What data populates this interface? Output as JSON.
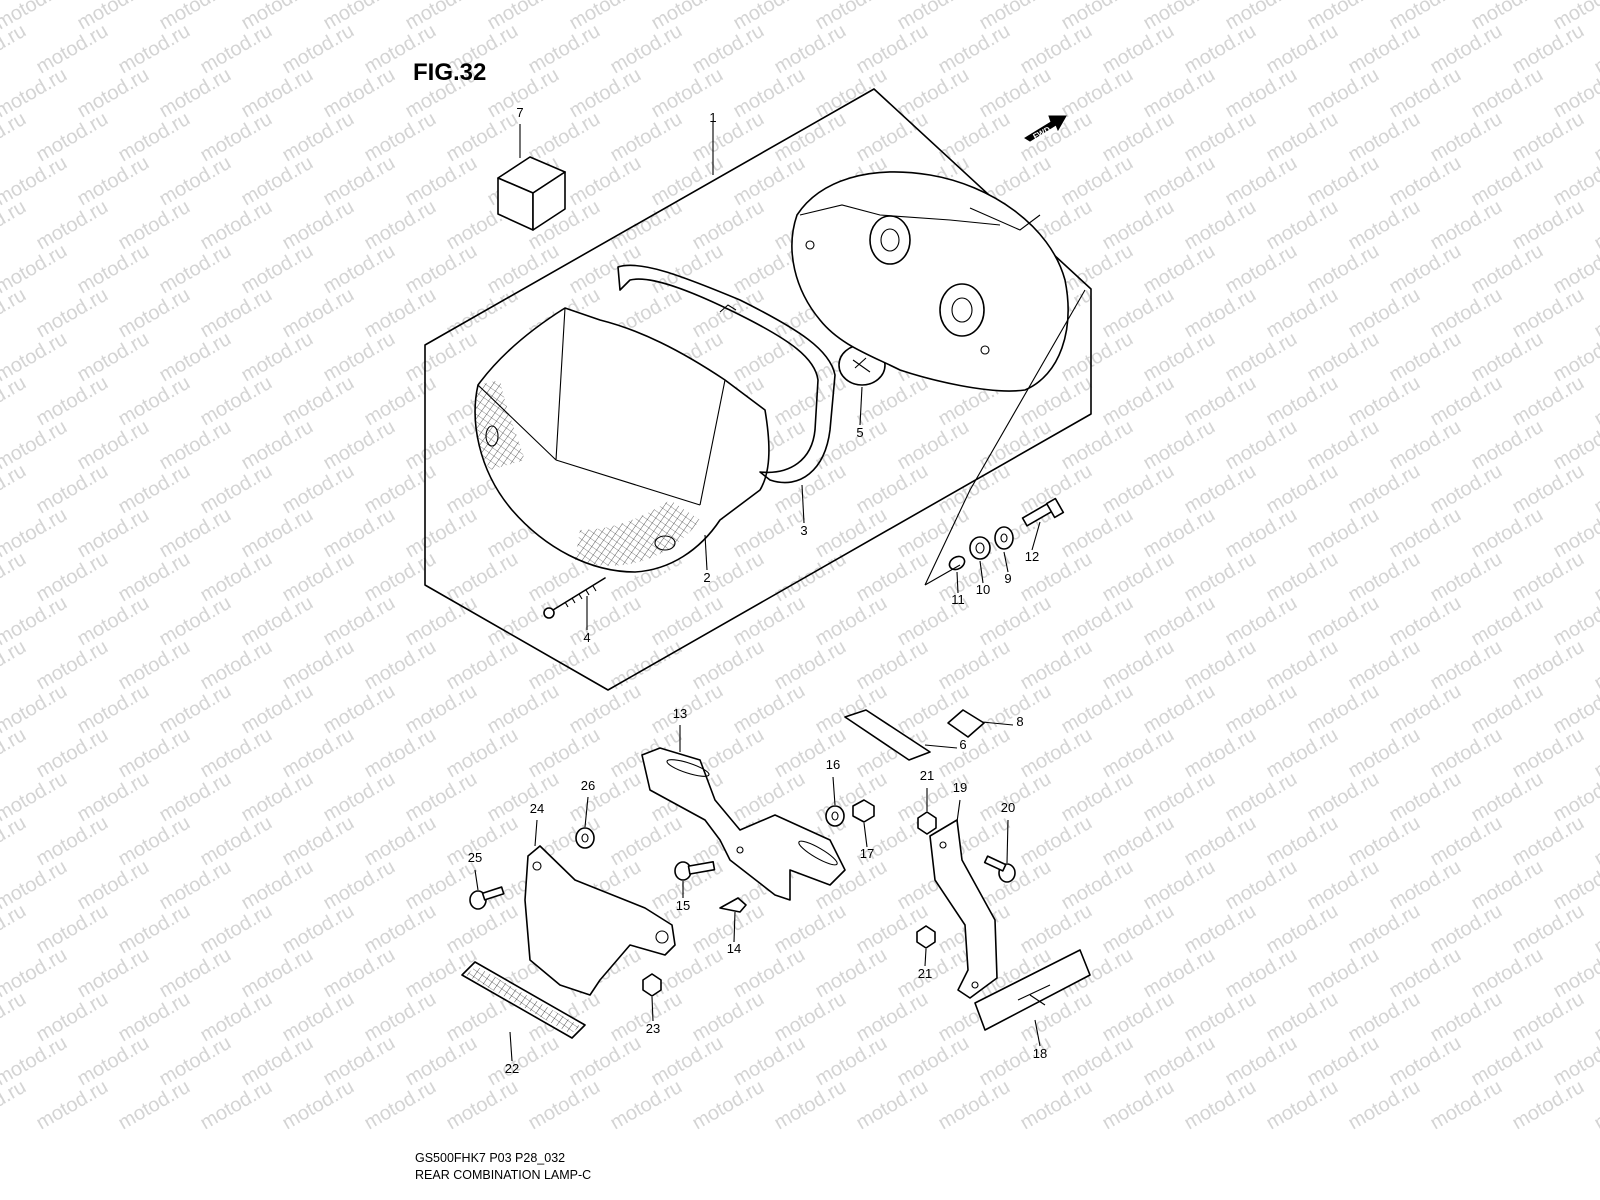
{
  "figure": {
    "title": "FIG.32"
  },
  "watermark": {
    "text": "motod.ru"
  },
  "direction_marker": {
    "label": "FWD"
  },
  "callouts": [
    "1",
    "2",
    "3",
    "4",
    "5",
    "6",
    "7",
    "8",
    "9",
    "10",
    "11",
    "12",
    "13",
    "14",
    "15",
    "16",
    "17",
    "18",
    "19",
    "20",
    "21",
    "21",
    "22",
    "23",
    "24",
    "25",
    "26"
  ],
  "caption": {
    "model_code": "GS500FHK7 P03 P28_032",
    "name": "REAR COMBINATION LAMP-C"
  }
}
